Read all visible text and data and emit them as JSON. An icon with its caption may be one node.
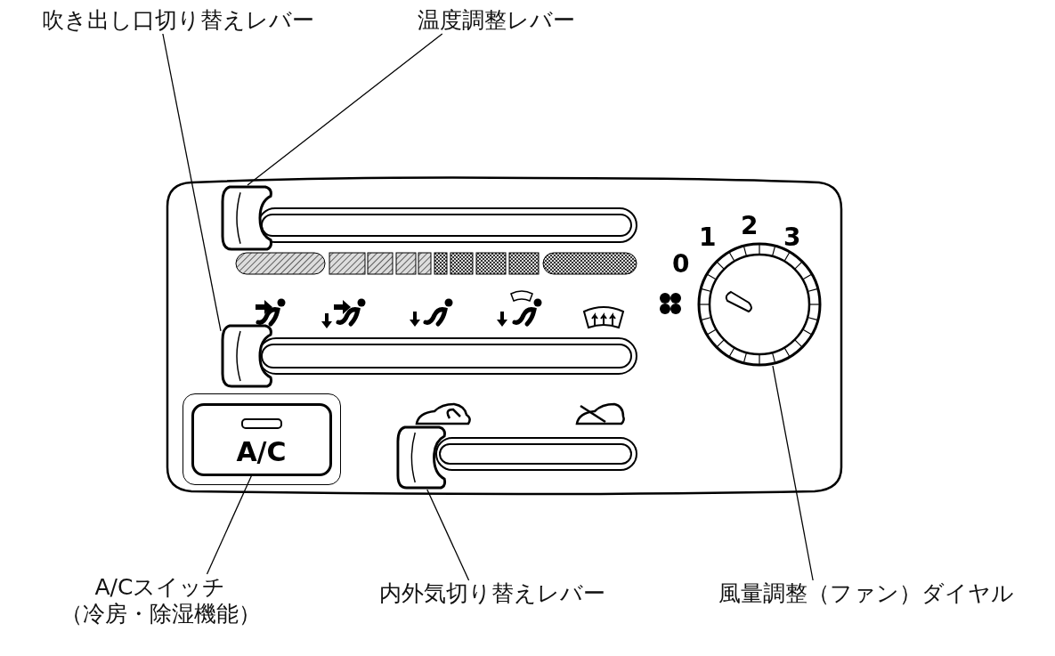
{
  "diagram": {
    "nodes": [
      {
        "text": [
          "吹き出し口切り替えレバー"
        ]
      },
      {
        "text": [
          "温度調整レバー"
        ]
      },
      {
        "text": [],
        "shape": "box"
      },
      {
        "text": [],
        "shape": "box"
      },
      {
        "text": [
          "A/C"
        ]
      },
      {
        "text": [],
        "shape": "box"
      },
      {
        "text": [],
        "shape": "circle",
        "beside": [
          "1",
          "2",
          "3",
          "0"
        ]
      },
      {
        "text": [
          "A/Cスイッチ",
          "（冷房・除湿機能）"
        ]
      },
      {
        "text": [
          "内外気切り替えレバー"
        ]
      },
      {
        "text": [
          "風量調整（ファン）ダイヤル"
        ]
      }
    ],
    "edges": [
      {
        "from": 0,
        "to": 3,
        "arrow": "none"
      },
      {
        "from": 1,
        "to": 2,
        "arrow": "none"
      },
      {
        "from": 7,
        "to": 4,
        "arrow": "none"
      },
      {
        "from": 8,
        "to": 5,
        "arrow": "none"
      },
      {
        "from": 9,
        "to": 6,
        "arrow": "none"
      }
    ]
  }
}
